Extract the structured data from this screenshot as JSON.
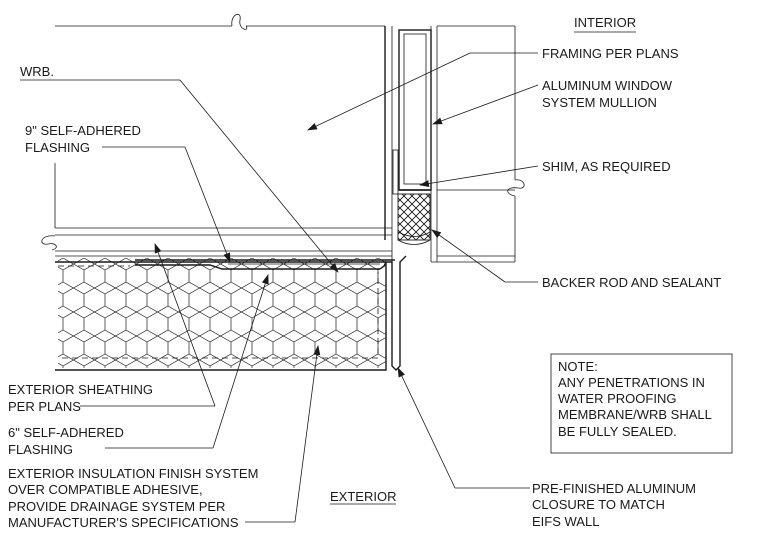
{
  "labels": {
    "interior": "INTERIOR",
    "exterior": "EXTERIOR",
    "framing": "FRAMING PER PLANS",
    "mullion": [
      "ALUMINUM WINDOW",
      "SYSTEM MULLION"
    ],
    "shim": "SHIM, AS REQUIRED",
    "backer": "BACKER ROD AND SEALANT",
    "wrb": "WRB.",
    "flashing9": [
      "9\" SELF-ADHERED",
      "FLASHING"
    ],
    "sheathing": [
      "EXTERIOR SHEATHING",
      "PER PLANS"
    ],
    "flashing6": [
      "6\" SELF-ADHERED",
      "FLASHING"
    ],
    "eifs": [
      "EXTERIOR INSULATION FINISH SYSTEM",
      "OVER COMPATIBLE ADHESIVE,",
      "PROVIDE DRAINAGE SYSTEM PER",
      "MANUFACTURER'S SPECIFICATIONS"
    ],
    "closure": [
      "PRE-FINISHED ALUMINUM",
      "CLOSURE TO MATCH",
      "EIFS WALL"
    ]
  },
  "note": {
    "title": "NOTE:",
    "lines": [
      "ANY PENETRATIONS IN",
      "WATER PROOFING",
      "MEMBRANE/WRB SHALL",
      "BE FULLY SEALED."
    ]
  }
}
